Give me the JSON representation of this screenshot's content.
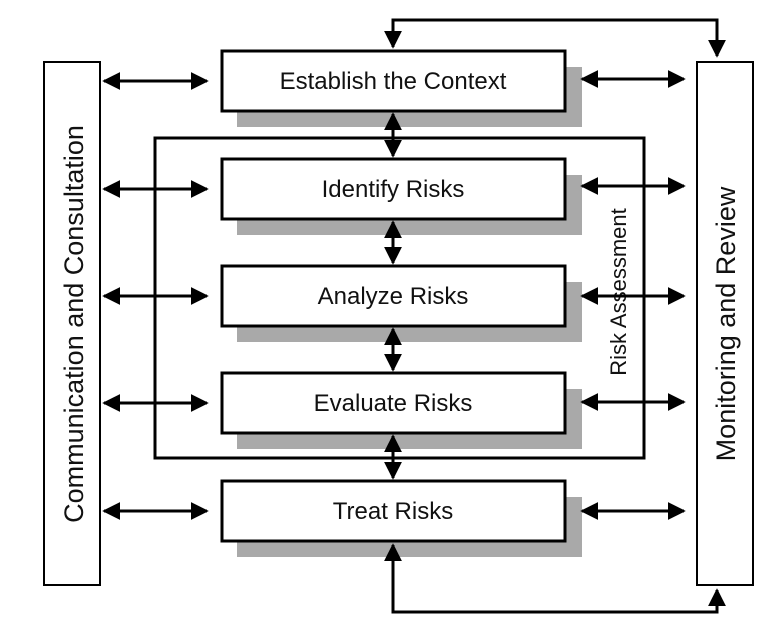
{
  "side_panels": {
    "left": "Communication and Consultation",
    "right": "Monitoring and Review"
  },
  "group_label": "Risk Assessment",
  "steps": [
    {
      "label": "Establish the Context"
    },
    {
      "label": "Identify Risks"
    },
    {
      "label": "Analyze Risks"
    },
    {
      "label": "Evaluate Risks"
    },
    {
      "label": "Treat Risks"
    }
  ],
  "colors": {
    "stroke": "#000000",
    "shadow": "#a9a9a9",
    "background": "#ffffff",
    "text": "#111111"
  }
}
